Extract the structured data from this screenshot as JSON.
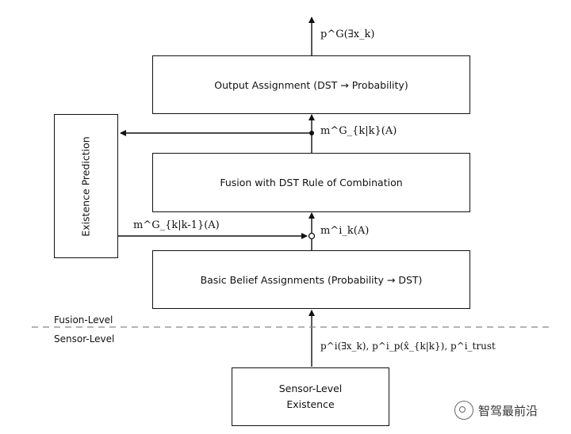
{
  "boxes": {
    "output": "Output Assignment (DST → Probability)",
    "fusion": "Fusion with DST Rule of Combination",
    "bba": "Basic Belief Assignments (Probability → DST)",
    "existence_prediction": "Existence Prediction",
    "sensor_line1": "Sensor-Level",
    "sensor_line2": "Existence"
  },
  "levels": {
    "fusion": "Fusion-Level",
    "sensor": "Sensor-Level"
  },
  "math": {
    "top_output": "p^G(∃x_k)",
    "m_kk": "m^G_{k|k}(A)",
    "m_kk1": "m^G_{k|k-1}(A)",
    "m_ik": "m^i_k(A)",
    "sensor_inputs": "p^i(∃x_k), p^i_p(x̂_{k|k}), p^i_trust"
  },
  "watermark": "智驾最前沿"
}
